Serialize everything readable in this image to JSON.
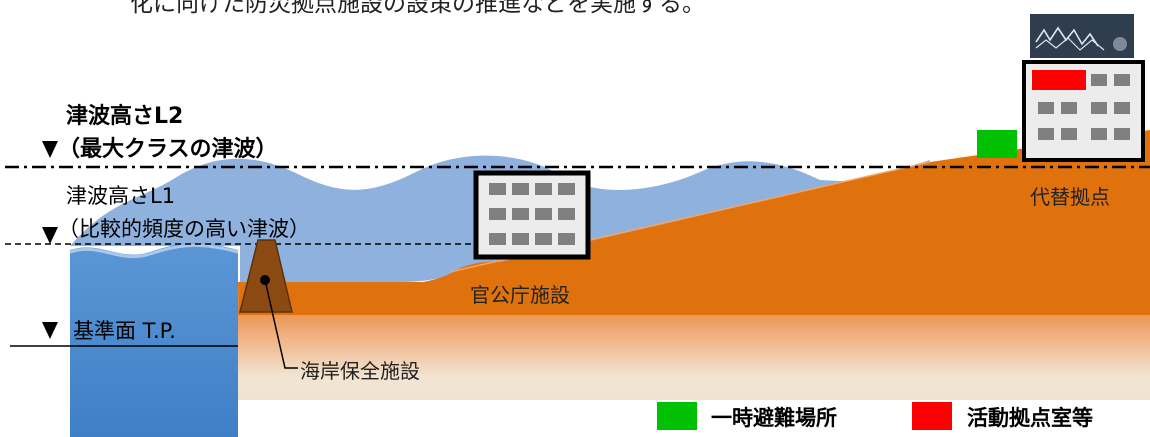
{
  "header_text": "化に向けた防災拠点施設の設策の推進などを実施する。",
  "tsunami_l2": {
    "title": "津波高さL2",
    "subtitle": "（最大クラスの津波）"
  },
  "tsunami_l1": {
    "title": "津波高さL1",
    "subtitle": "（比較的頻度の高い津波）"
  },
  "datum": {
    "label": "基準面 T.P."
  },
  "labels": {
    "government_facility": "官公庁施設",
    "alternate_base": "代替拠点",
    "coastal_facility": "海岸保全施設"
  },
  "legend": [
    {
      "label": "一時避難場所",
      "color": "#00c000"
    },
    {
      "label": "活動拠点室等",
      "color": "#ff0000"
    }
  ],
  "colors": {
    "sea": "#4f8fd1",
    "tsunami": "#8fb1dd",
    "land": "#e0720e",
    "seawall": "#8a4a12",
    "building": "#e8e8e8",
    "window": "#808080"
  },
  "mark": {
    "icon": "inundation-mark-icon"
  }
}
